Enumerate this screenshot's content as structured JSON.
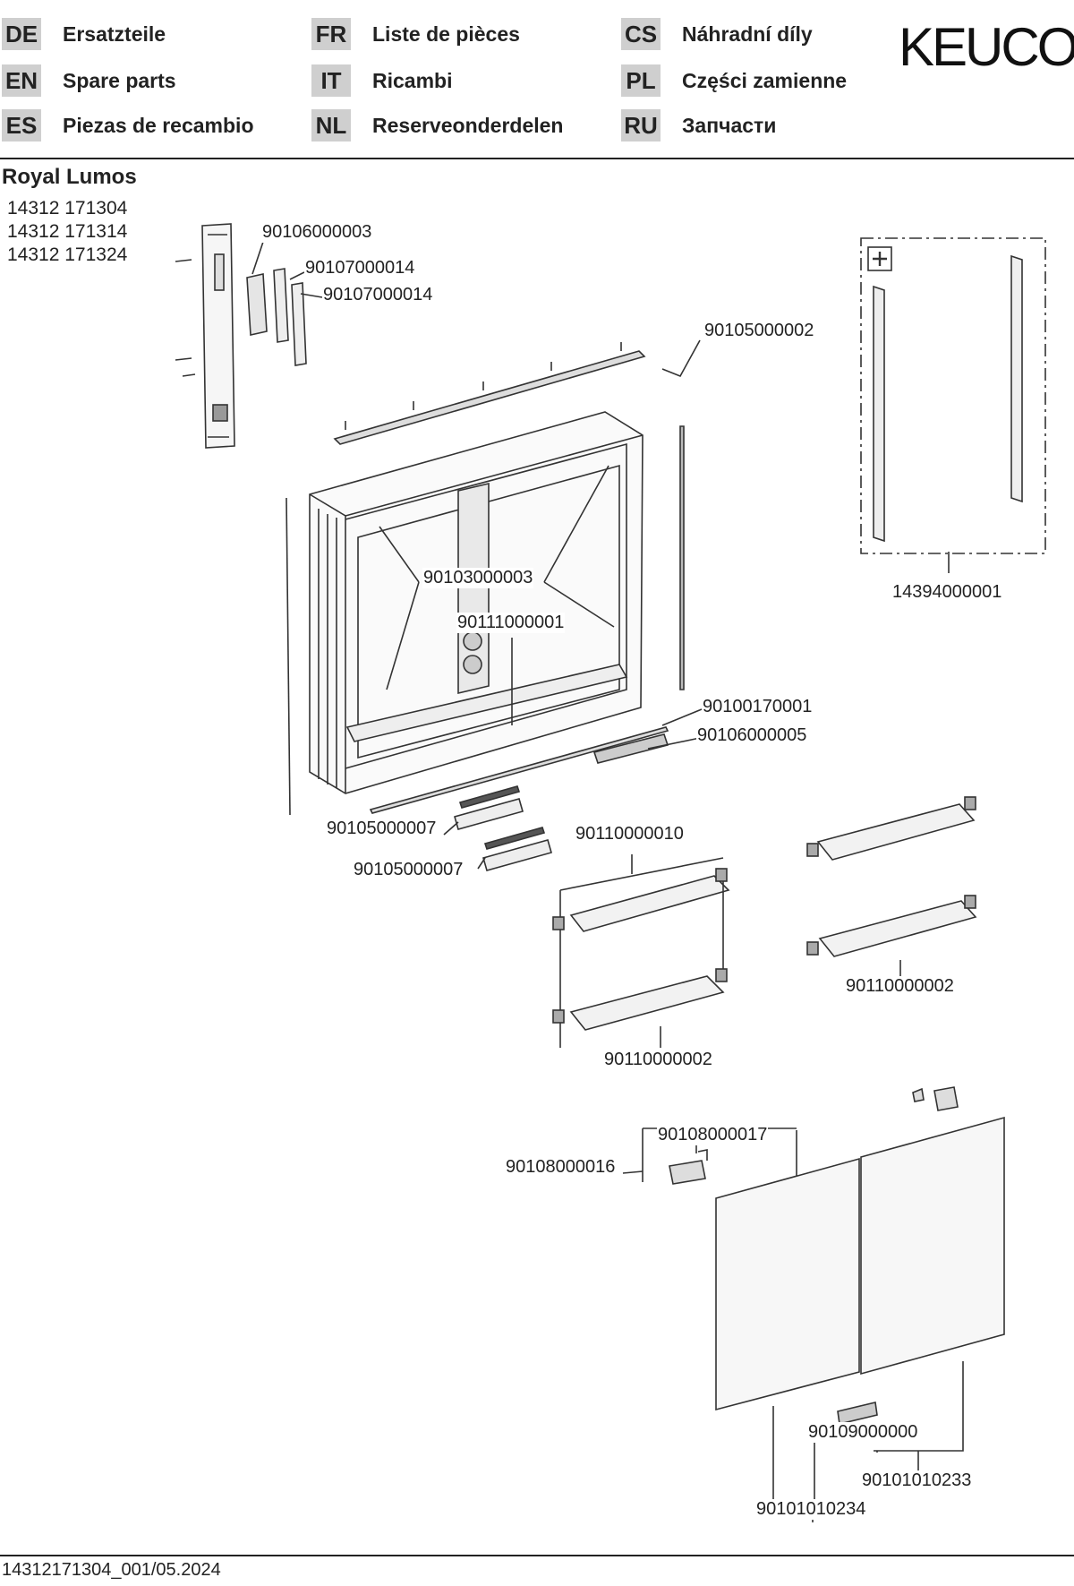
{
  "header": {
    "languages": [
      {
        "code": "DE",
        "label": "Ersatzteile"
      },
      {
        "code": "EN",
        "label": "Spare parts"
      },
      {
        "code": "ES",
        "label": "Piezas de recambio"
      },
      {
        "code": "FR",
        "label": "Liste de pièces"
      },
      {
        "code": "IT",
        "label": "Ricambi"
      },
      {
        "code": "NL",
        "label": "Reserveonderdelen"
      },
      {
        "code": "CS",
        "label": "Náhradní díly"
      },
      {
        "code": "PL",
        "label": "Części zamienne"
      },
      {
        "code": "RU",
        "label": "Запчасти"
      }
    ],
    "logo": "KEUCO"
  },
  "product": {
    "title": "Royal Lumos",
    "articles": [
      "14312 171304",
      "14312 171314",
      "14312 171324"
    ]
  },
  "parts": [
    "90106000003",
    "90107000014",
    "90107000014",
    "90105000002",
    "14394000001",
    "90103000003",
    "90111000001",
    "90100170001",
    "90106000005",
    "90105000007",
    "90105000007",
    "90110000010",
    "90110000002",
    "90110000002",
    "90108000017",
    "90108000016",
    "90109000000",
    "90101010233",
    "90101010234"
  ],
  "footer": {
    "doc_id": "14312171304_001/05.2024"
  }
}
